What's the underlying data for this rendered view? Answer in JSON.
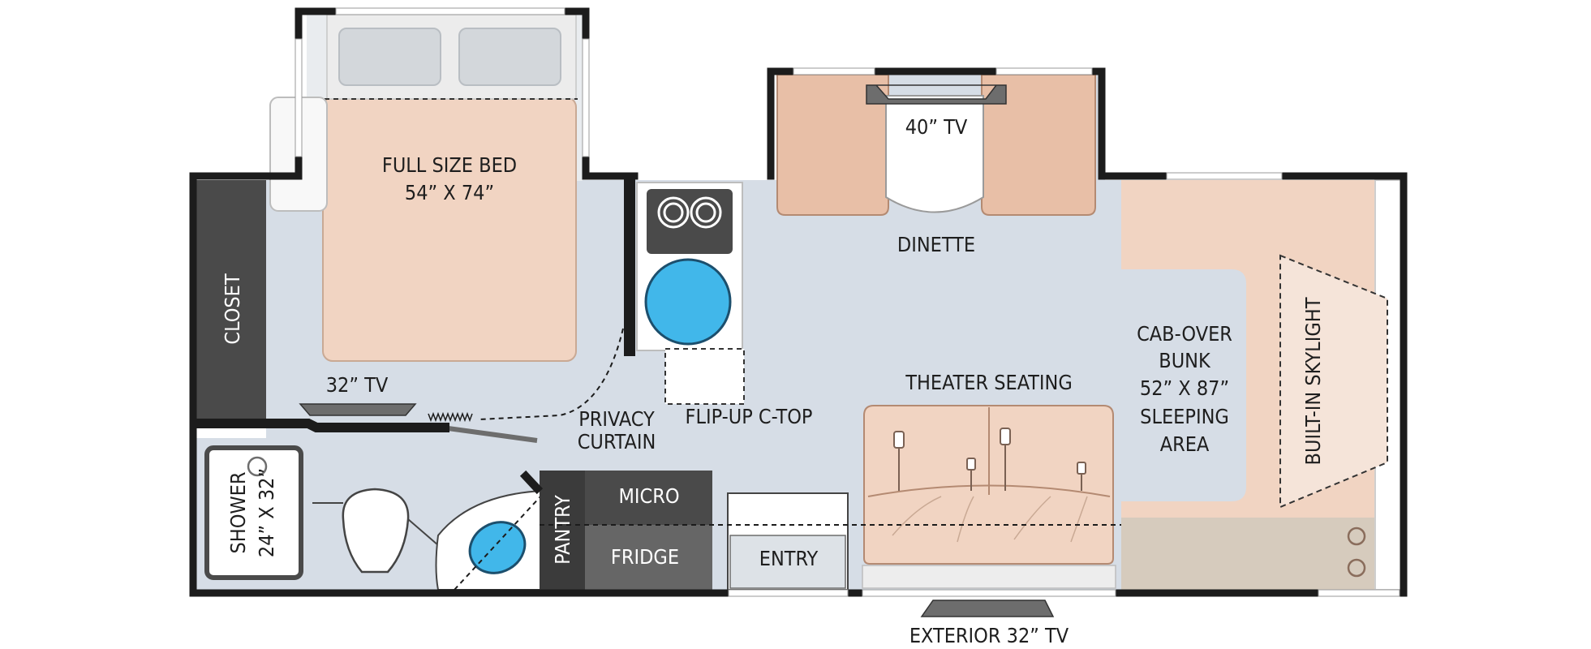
{
  "title": "",
  "colors": {
    "floor": "#d6dde6",
    "wall": "#1c1c1c",
    "furniture_peach": "#f1d4c2",
    "dinette_seat": "#e8bfa7",
    "cabinet_dark": "#4a4a4a",
    "sink_blue": "#41b7ea",
    "pillow": "#d3d7db",
    "cab_floor": "#d6cbbd"
  },
  "labels": {
    "bed": [
      "FULL SIZE BED",
      "54” X 74”"
    ],
    "closet": "CLOSET",
    "tv_bedroom": "32” TV",
    "privacy_curtain": [
      "PRIVACY",
      "CURTAIN"
    ],
    "flip_up": "FLIP-UP C-TOP",
    "tv_dinette": "40” TV",
    "dinette": "DINETTE",
    "theater": "THEATER SEATING",
    "cabover": [
      "CAB-OVER",
      "BUNK",
      "52” X 87”",
      "SLEEPING",
      "AREA"
    ],
    "skylight": "BUILT-IN SKYLIGHT",
    "shower": [
      "SHOWER",
      "24” X 32”"
    ],
    "pantry": "PANTRY",
    "micro": "MICRO",
    "fridge": "FRIDGE",
    "entry": "ENTRY",
    "exterior_tv": "EXTERIOR 32” TV"
  },
  "icons": {
    "stove": "stove-burners-icon",
    "kitchen_sink": "round-sink-icon",
    "bath_sink": "oval-sink-icon",
    "toilet": "toilet-icon",
    "drain": "shower-drain-icon"
  }
}
